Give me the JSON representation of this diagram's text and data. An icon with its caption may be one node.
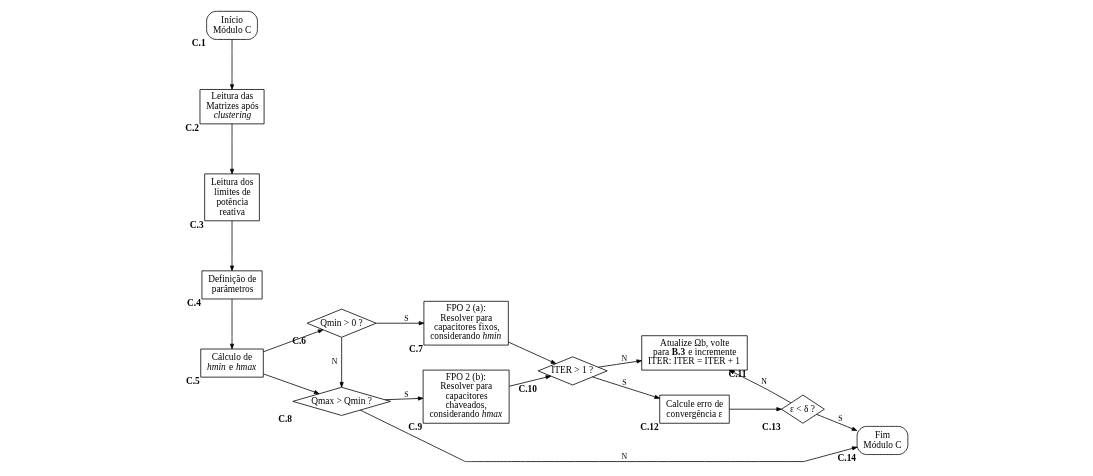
{
  "diagram": {
    "nodes": [
      {
        "text": [
          "Início Módulo C"
        ],
        "beside": [
          "C.1"
        ]
      },
      {
        "text": [
          "Leitura das Matrizes após *clustering*"
        ],
        "beside": [
          "C.2"
        ]
      },
      {
        "text": [
          "Leitura dos limites de potência reativa"
        ],
        "beside": [
          "C.3"
        ]
      },
      {
        "text": [
          "Definição de parâmetros"
        ],
        "beside": [
          "C.4"
        ]
      },
      {
        "text": [
          "Cálculo de *hmin* e *hmax*"
        ],
        "beside": [
          "C.5"
        ]
      },
      {
        "text": [
          "Qmin > 0 ?"
        ],
        "beside": [
          "C.6"
        ]
      },
      {
        "text": [
          "FPO 2 (a): Resolver para capacitores fixos, considerando *hmin*"
        ],
        "beside": [
          "C.7"
        ]
      },
      {
        "text": [
          "Qmax > Qmin ?"
        ],
        "beside": [
          "C.8"
        ]
      },
      {
        "text": [
          "FPO 2 (b): Resolver para capacitores chaveados, considerando *hmax*"
        ],
        "beside": [
          "C.9"
        ]
      },
      {
        "text": [
          "ITER > 1 ?"
        ],
        "beside": [
          "C.10"
        ]
      },
      {
        "text": [
          "Atualize Ωb, volte para **B.3** e incremente ITER: ITER = ITER + 1"
        ],
        "beside": [
          "C.11"
        ]
      },
      {
        "text": [
          "Calcule erro de convergência ε"
        ],
        "beside": [
          "C.12"
        ]
      },
      {
        "text": [
          "ε < δ ?"
        ],
        "beside": [
          "C.13"
        ]
      },
      {
        "text": [
          "Fim Módulo C"
        ],
        "beside": [
          "C.14"
        ]
      }
    ],
    "edges": [
      {
        "from": 0,
        "to": 1,
        "arrow": "to"
      },
      {
        "from": 1,
        "to": 2,
        "arrow": "to"
      },
      {
        "from": 2,
        "to": 3,
        "arrow": "to"
      },
      {
        "from": 3,
        "to": 4,
        "arrow": "to"
      },
      {
        "from": 4,
        "to": 5,
        "arrow": "to"
      },
      {
        "from": 4,
        "to": 7,
        "arrow": "to"
      },
      {
        "from": 5,
        "to": 6,
        "arrow": "to",
        "label": "S"
      },
      {
        "from": 5,
        "to": 7,
        "arrow": "to",
        "label": "N"
      },
      {
        "from": 7,
        "to": 8,
        "arrow": "to",
        "label": "S"
      },
      {
        "from": 6,
        "to": 9,
        "arrow": "to"
      },
      {
        "from": 8,
        "to": 9,
        "arrow": "to"
      },
      {
        "from": 9,
        "to": 11,
        "arrow": "to",
        "label": "S"
      },
      {
        "from": 9,
        "to": 10,
        "arrow": "to",
        "label": "N"
      },
      {
        "from": 11,
        "to": 12,
        "arrow": "to"
      },
      {
        "from": 12,
        "to": 13,
        "arrow": "to",
        "label": "S"
      },
      {
        "from": 12,
        "to": 10,
        "arrow": "to",
        "label": "N"
      },
      {
        "from": 7,
        "to": 13,
        "arrow": "to",
        "label": "N"
      }
    ]
  }
}
